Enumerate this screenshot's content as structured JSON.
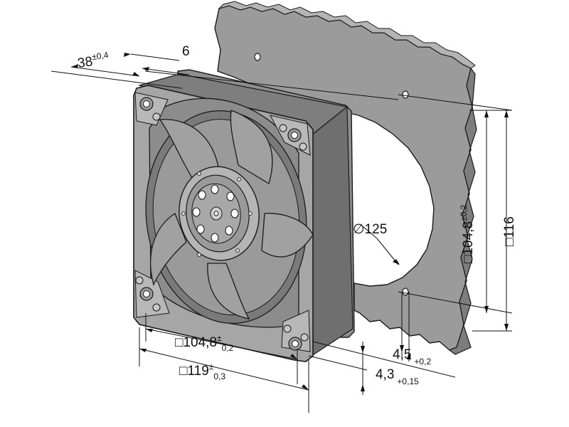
{
  "dimensions": {
    "depth": {
      "value": "38",
      "tol_sup": "±0,4",
      "tol_sub": ""
    },
    "flange": {
      "value": "6",
      "tol_sup": "",
      "tol_sub": ""
    },
    "hole_pitch_v": {
      "prefix": "□",
      "value": "104,8",
      "tol_sup": "±0,2",
      "tol_sub": ""
    },
    "cutout_side_v": {
      "prefix": "□",
      "value": "116",
      "tol_sup": "",
      "tol_sub": ""
    },
    "cutout_dia": {
      "prefix": "∅",
      "value": "125"
    },
    "hole_pitch_h": {
      "prefix": "□",
      "value": "104,8",
      "tol_sup": "±",
      "tol_sub": "0,2"
    },
    "fan_side": {
      "prefix": "□",
      "value": "119",
      "tol_sup": "±",
      "tol_sub": "0,3"
    },
    "hole_dia": {
      "value": "4,5",
      "tol_sup": "",
      "tol_sub": "+0,2"
    },
    "hole_dia_fan": {
      "value": "4,3",
      "tol_sup": "",
      "tol_sub": "+0,15"
    }
  },
  "colors": {
    "panel": "#9b9b9b",
    "fan_frame": "#8f8f8f",
    "fan_front": "#a9a9a9",
    "blade": "#a1a1a1",
    "hub": "#9a9a9a",
    "outline": "#1a1a1a"
  },
  "icons": [
    "mounting-panel",
    "axial-fan",
    "impeller",
    "hub",
    "mounting-hole"
  ]
}
